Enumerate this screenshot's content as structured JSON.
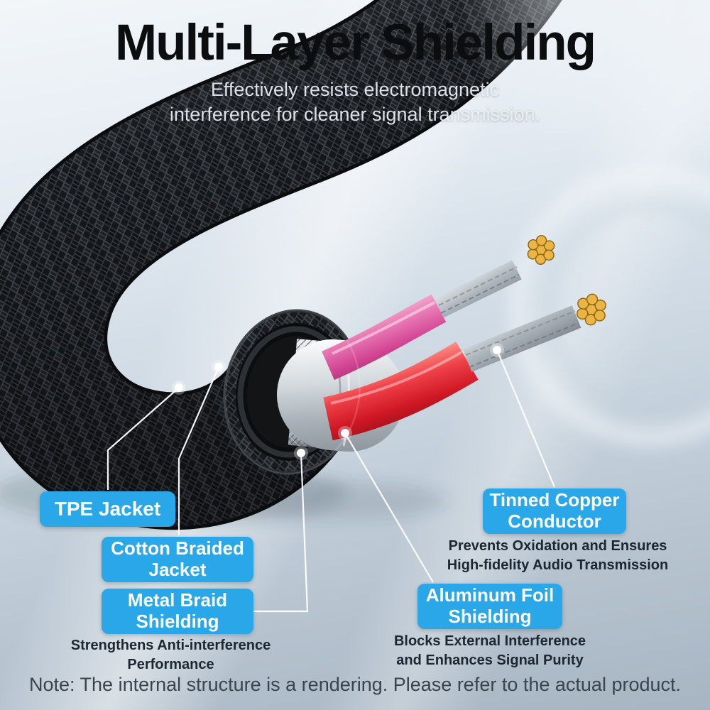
{
  "header": {
    "title": "Multi-Layer Shielding",
    "subtitle_line1": "Effectively resists electromagnetic",
    "subtitle_line2": "interference for cleaner signal transmission."
  },
  "callouts": {
    "tpe_jacket": {
      "label": "TPE Jacket"
    },
    "cotton_braided_jacket": {
      "label_line1": "Cotton Braided",
      "label_line2": "Jacket"
    },
    "metal_braid_shielding": {
      "label_line1": "Metal Braid",
      "label_line2": "Shielding",
      "desc_line1": "Strengthens Anti-interference",
      "desc_line2": "Performance"
    },
    "tinned_copper_conductor": {
      "label_line1": "Tinned Copper",
      "label_line2": "Conductor",
      "desc_line1": "Prevents Oxidation and Ensures",
      "desc_line2": "High-fidelity Audio Transmission"
    },
    "aluminum_foil_shielding": {
      "label_line1": "Aluminum Foil",
      "label_line2": "Shielding",
      "desc_line1": "Blocks External Interference",
      "desc_line2": "and Enhances Signal Purity"
    }
  },
  "footer": {
    "note": "Note: The internal structure is a rendering. Please refer to the actual product."
  },
  "colors": {
    "accent_blue": "#29A7E8",
    "copper": "#ECB445",
    "wire_red": "#DD1F2D",
    "wire_pink": "#E0559C",
    "title_text": "#0B0D0F"
  }
}
